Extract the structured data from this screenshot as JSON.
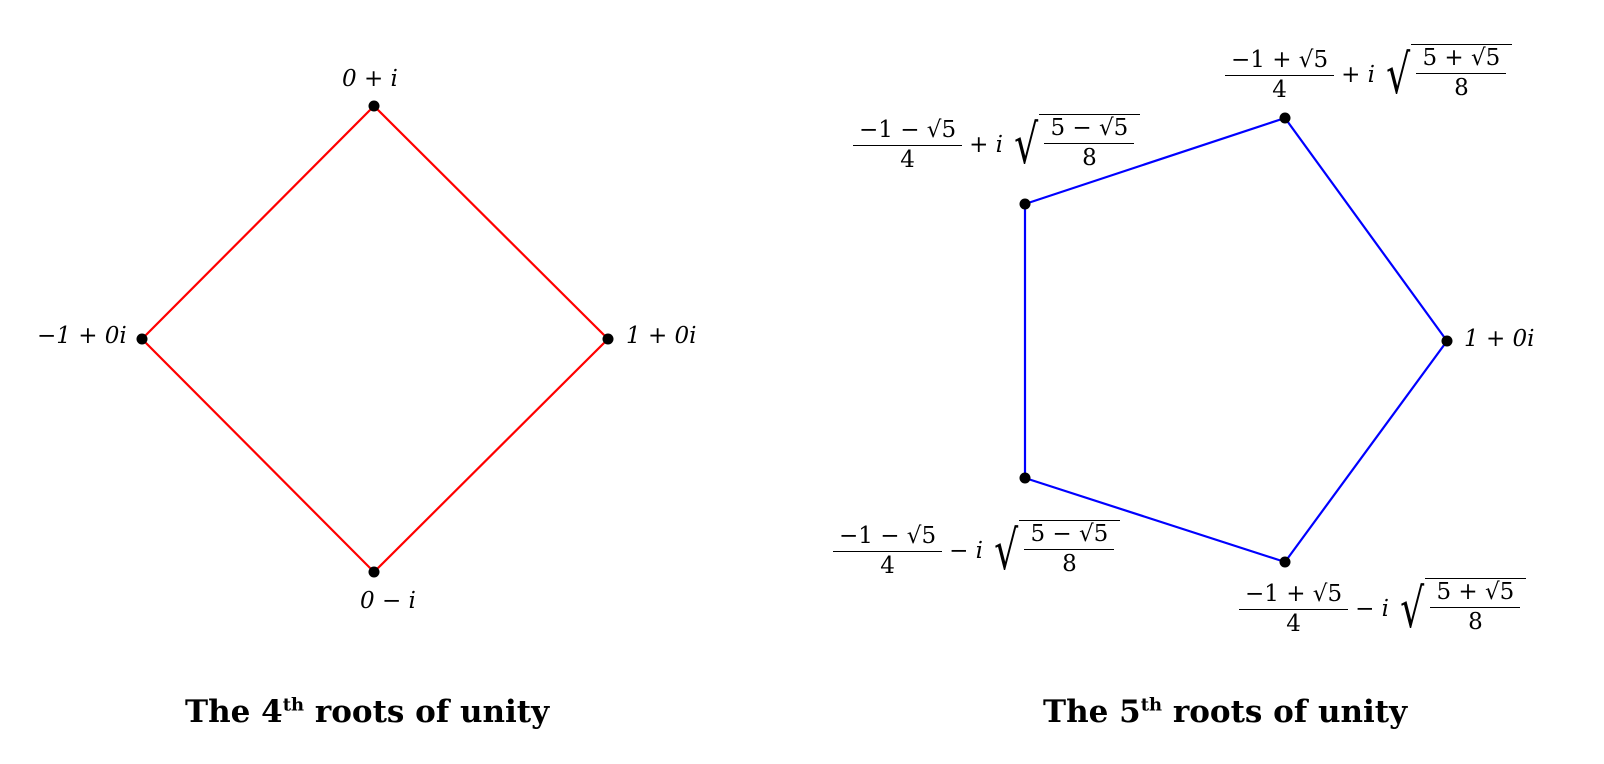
{
  "diagram_4": {
    "title": {
      "prefix": "The 4",
      "sup": "th",
      "suffix": " roots of unity"
    },
    "edge_color": "#ff0000",
    "labels": {
      "top": "0 + i",
      "right": "1 + 0i",
      "bottom": "0 − i",
      "left": "−1 + 0i"
    }
  },
  "diagram_5": {
    "title": {
      "prefix": "The 5",
      "sup": "th",
      "suffix": " roots of unity"
    },
    "edge_color": "#0000ff",
    "labels": {
      "right": "1 + 0i",
      "upper_right": {
        "num": "−1 + √5",
        "den": "4",
        "sign": "+ i",
        "rad_num": "5 + √5",
        "rad_den": "8"
      },
      "upper_left": {
        "num": "−1 − √5",
        "den": "4",
        "sign": "+ i",
        "rad_num": "5 − √5",
        "rad_den": "8"
      },
      "lower_left": {
        "num": "−1 − √5",
        "den": "4",
        "sign": "− i",
        "rad_num": "5 − √5",
        "rad_den": "8"
      },
      "lower_right": {
        "num": "−1 + √5",
        "den": "4",
        "sign": "− i",
        "rad_num": "5 + √5",
        "rad_den": "8"
      }
    }
  },
  "vertex_color": "#000000"
}
